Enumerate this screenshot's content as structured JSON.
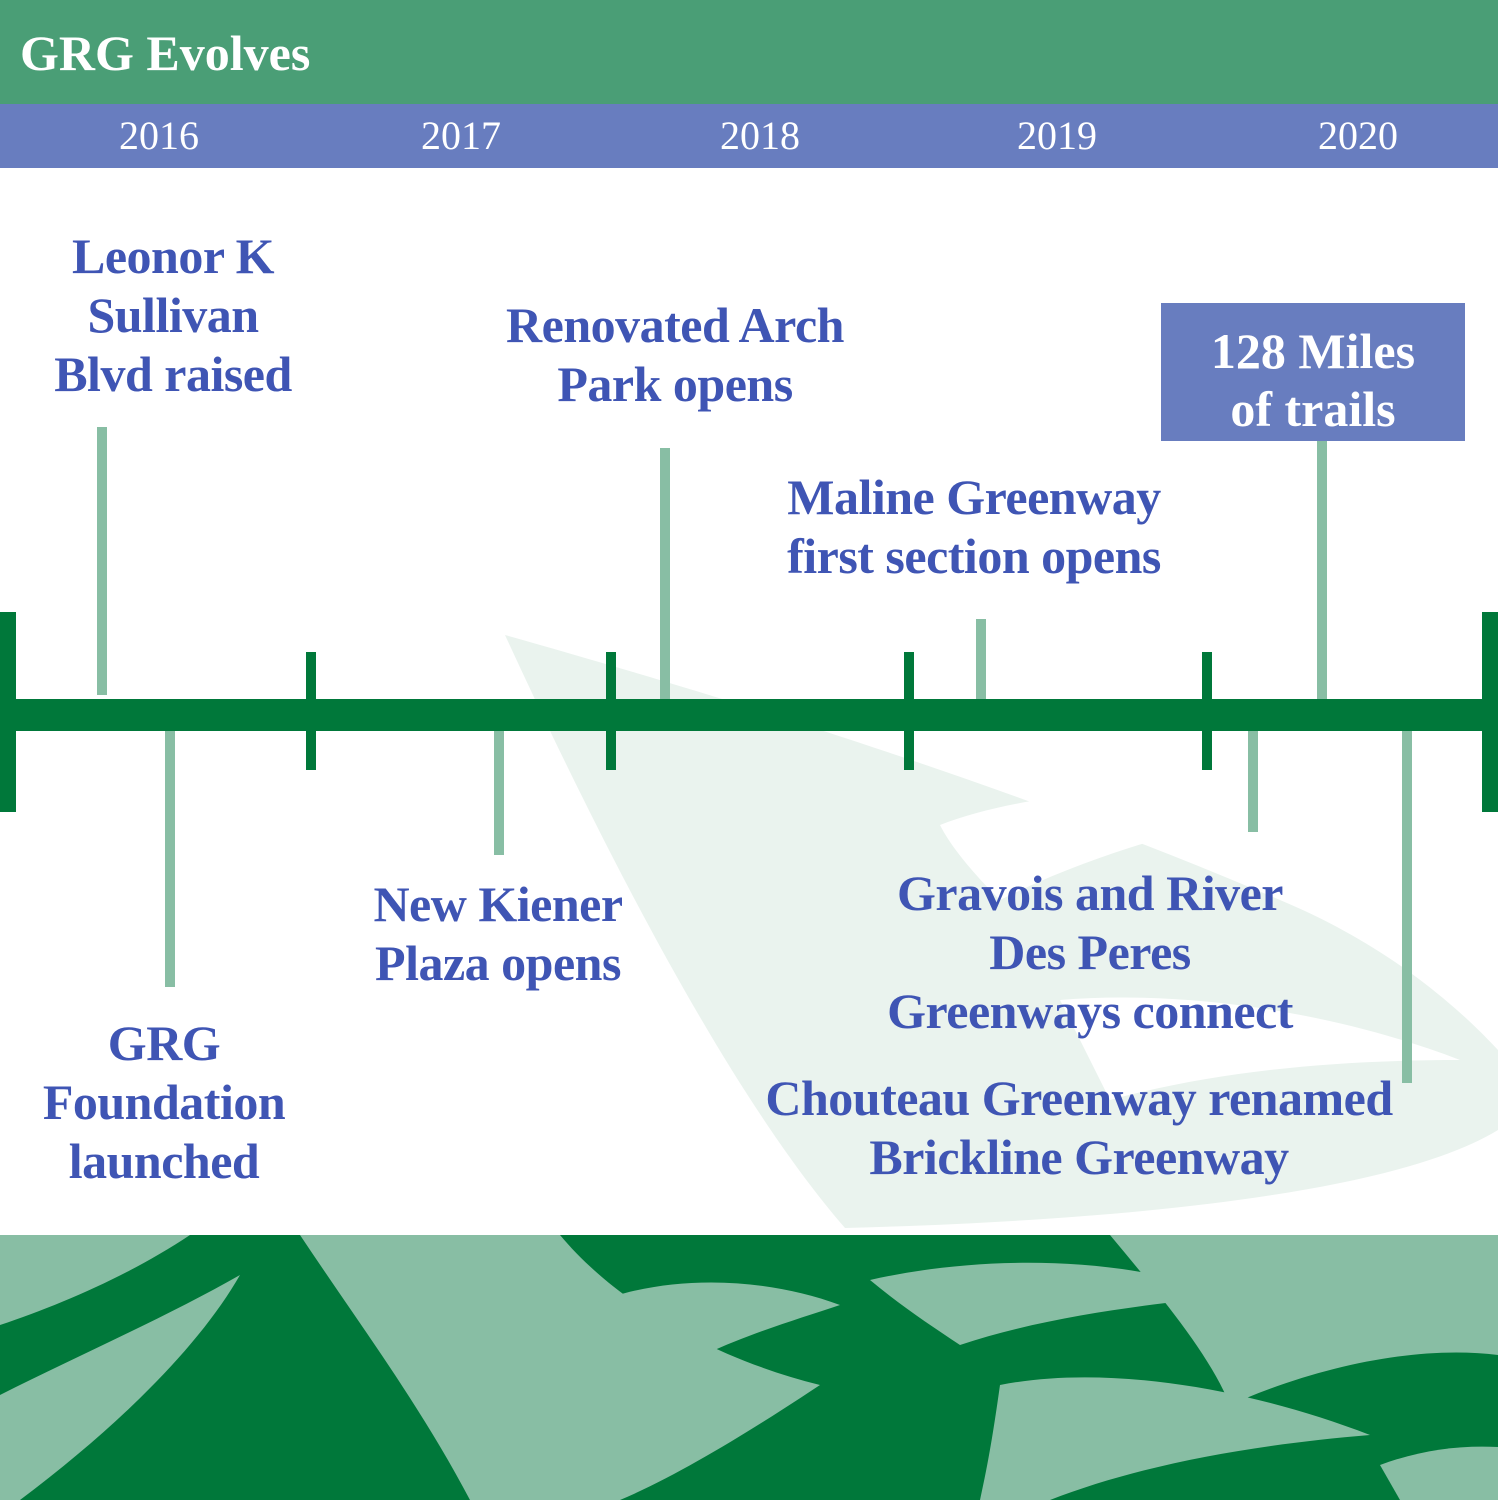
{
  "header": {
    "title": "GRG Evolves"
  },
  "years": [
    "2016",
    "2017",
    "2018",
    "2019",
    "2020"
  ],
  "events": {
    "sullivan": {
      "line1": "Leonor K",
      "line2": "Sullivan",
      "line3": "Blvd raised"
    },
    "foundation": {
      "line1": "GRG",
      "line2": "Foundation",
      "line3": "launched"
    },
    "kiener": {
      "line1": "New Kiener",
      "line2": "Plaza opens"
    },
    "arch": {
      "line1": "Renovated Arch",
      "line2": "Park opens"
    },
    "maline": {
      "line1": "Maline Greenway",
      "line2": "first section opens"
    },
    "gravois": {
      "line1": "Gravois and River",
      "line2": "Des Peres",
      "line3": "Greenways connect"
    },
    "miles": {
      "line1": "128 Miles",
      "line2": "of trails"
    },
    "chouteau": {
      "line1": "Chouteau Greenway renamed",
      "line2": "Brickline Greenway"
    }
  },
  "colors": {
    "header_green": "#4a9e76",
    "year_bar_blue": "#687dbf",
    "axis_green": "#00783a",
    "stem_green": "#88bea4",
    "label_blue": "#3f55b4"
  }
}
